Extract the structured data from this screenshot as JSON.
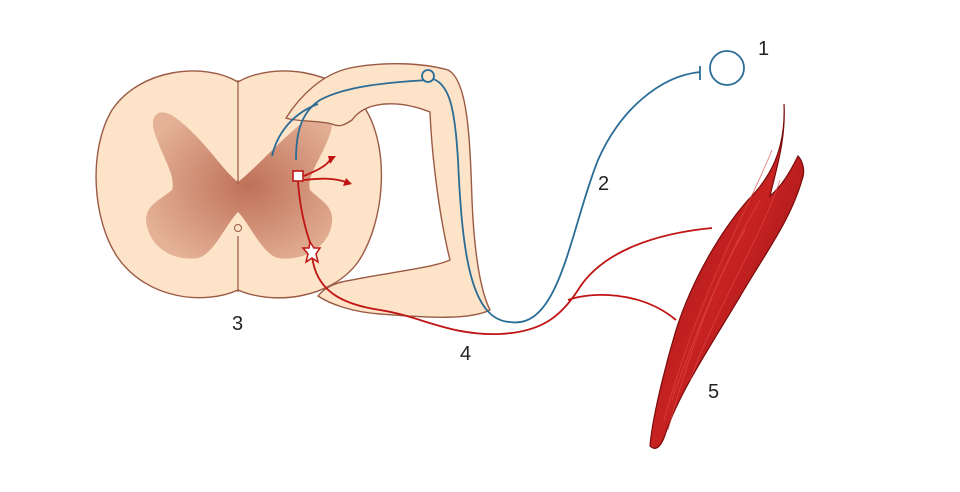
{
  "labels": {
    "receptor": "1",
    "sensory_neuron": "2",
    "spinal_cord": "3",
    "motor_neuron": "4",
    "muscle": "5"
  },
  "colors": {
    "white_matter": "#fde3c8",
    "gray_matter": "#c9876e",
    "outline": "#9a5a44",
    "sensory": "#2a6c96",
    "motor": "#c01414",
    "muscle": "#b01818",
    "muscle_dark": "#7a0c0c"
  }
}
